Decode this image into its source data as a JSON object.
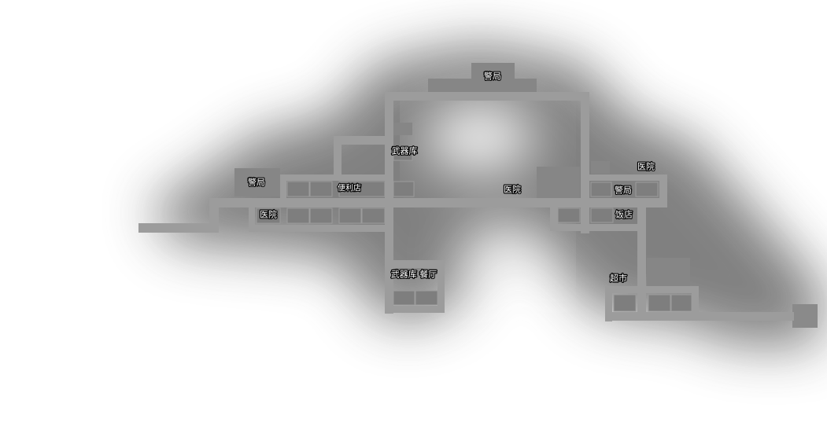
{
  "map": {
    "background_color": "#ffffff",
    "fog_color": "#7a7a7a",
    "road_color": "#9c9c9c",
    "building_color": "#868686",
    "room_color": "#7e7e7e",
    "exit_color": "#8a8a8a",
    "labels": {
      "police_top": "警局",
      "police_left": "警局",
      "hospital_left": "医院",
      "convenience_store": "便利店",
      "armory_upper": "武器库",
      "hospital_center": "医院",
      "hospital_right": "医院",
      "police_right": "警局",
      "restaurant_right": "饭店",
      "armory_canteen": "武器库 餐厅",
      "supermarket": "超市"
    }
  }
}
